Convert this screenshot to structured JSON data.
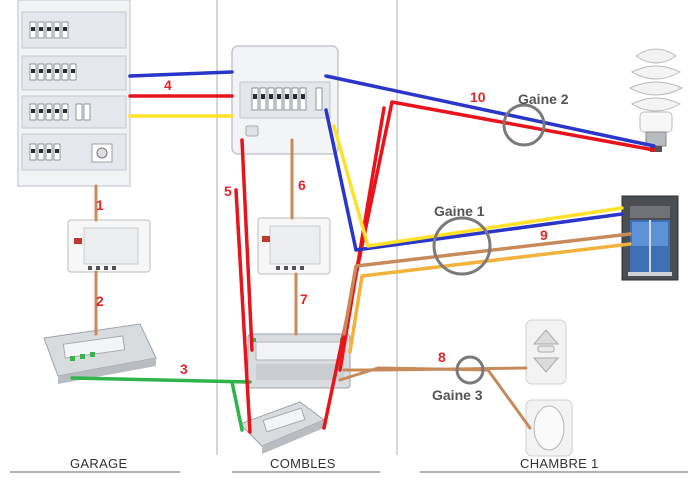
{
  "zones": {
    "garage": "GARAGE",
    "combles": "COMBLES",
    "chambre": "CHAMBRE 1"
  },
  "sheaths": {
    "gaine1": "Gaine 1",
    "gaine2": "Gaine 2",
    "gaine3": "Gaine 3"
  },
  "wire_numbers": {
    "n1": "1",
    "n2": "2",
    "n3": "3",
    "n4": "4",
    "n5": "5",
    "n6": "6",
    "n7": "7",
    "n8": "8",
    "n9": "9",
    "n10": "10"
  },
  "colors": {
    "blue": "#2a35c9",
    "red": "#e8141b",
    "yellow": "#ffe12a",
    "green": "#2fb34a",
    "brown": "#c98a5a",
    "orange": "#f2b23c",
    "label_red": "#e0262b",
    "sheath_grey": "#7a7a7a"
  }
}
